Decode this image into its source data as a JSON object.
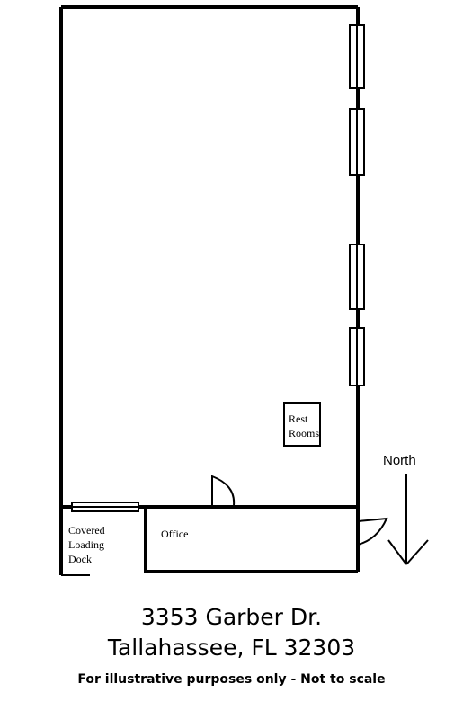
{
  "rooms": {
    "restrooms_line1": "Rest",
    "restrooms_line2": "Rooms",
    "office": "Office",
    "loading_dock_line1": "Covered",
    "loading_dock_line2": "Loading",
    "loading_dock_line3": "Dock"
  },
  "compass": {
    "label": "North"
  },
  "address": {
    "line1": "3353 Garber Dr.",
    "line2": "Tallahassee, FL 32303"
  },
  "disclaimer": "For illustrative purposes only - Not to scale"
}
